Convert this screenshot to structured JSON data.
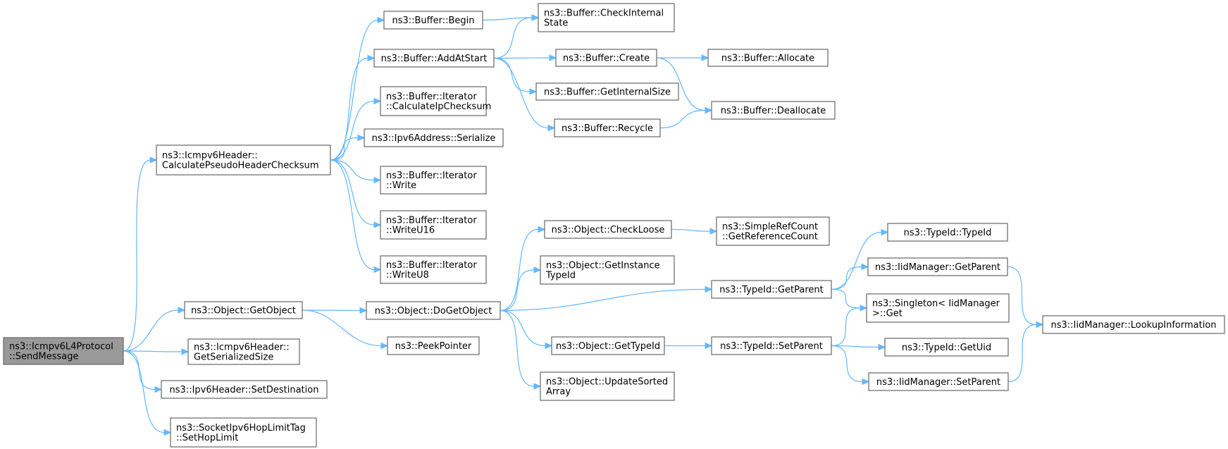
{
  "graph": {
    "nodes": [
      {
        "id": "root",
        "lines": [
          "ns3::Icmpv6L4Protocol",
          "::SendMessage"
        ],
        "root": true
      },
      {
        "id": "calc",
        "lines": [
          "ns3::Icmpv6Header::",
          "CalculatePseudoHeaderChecksum"
        ]
      },
      {
        "id": "getobject",
        "lines": [
          "ns3::Object::GetObject"
        ]
      },
      {
        "id": "getsersize",
        "lines": [
          "ns3::Icmpv6Header::",
          "GetSerializedSize"
        ]
      },
      {
        "id": "setdest",
        "lines": [
          "ns3::Ipv6Header::SetDestination"
        ]
      },
      {
        "id": "sethoplimit",
        "lines": [
          "ns3::SocketIpv6HopLimitTag",
          "::SetHopLimit"
        ]
      },
      {
        "id": "begin",
        "lines": [
          "ns3::Buffer::Begin"
        ]
      },
      {
        "id": "addatstart",
        "lines": [
          "ns3::Buffer::AddAtStart"
        ]
      },
      {
        "id": "calcip",
        "lines": [
          "ns3::Buffer::Iterator",
          "::CalculateIpChecksum"
        ]
      },
      {
        "id": "ipv6ser",
        "lines": [
          "ns3::Ipv6Address::Serialize"
        ]
      },
      {
        "id": "write",
        "lines": [
          "ns3::Buffer::Iterator",
          "::Write"
        ]
      },
      {
        "id": "writeu16",
        "lines": [
          "ns3::Buffer::Iterator",
          "::WriteU16"
        ]
      },
      {
        "id": "writeu8",
        "lines": [
          "ns3::Buffer::Iterator",
          "::WriteU8"
        ]
      },
      {
        "id": "checkinternal",
        "lines": [
          "ns3::Buffer::CheckInternal",
          "State"
        ]
      },
      {
        "id": "create",
        "lines": [
          "ns3::Buffer::Create"
        ]
      },
      {
        "id": "getinternalsize",
        "lines": [
          "ns3::Buffer::GetInternalSize"
        ]
      },
      {
        "id": "recycle",
        "lines": [
          "ns3::Buffer::Recycle"
        ]
      },
      {
        "id": "allocate",
        "lines": [
          "ns3::Buffer::Allocate"
        ]
      },
      {
        "id": "deallocate",
        "lines": [
          "ns3::Buffer::Deallocate"
        ]
      },
      {
        "id": "dogetobject",
        "lines": [
          "ns3::Object::DoGetObject"
        ]
      },
      {
        "id": "peekpointer",
        "lines": [
          "ns3::PeekPointer"
        ]
      },
      {
        "id": "checkloose",
        "lines": [
          "ns3::Object::CheckLoose"
        ]
      },
      {
        "id": "getinstancetypeid",
        "lines": [
          "ns3::Object::GetInstance",
          "TypeId"
        ]
      },
      {
        "id": "objgettypeid",
        "lines": [
          "ns3::Object::GetTypeId"
        ]
      },
      {
        "id": "updatesorted",
        "lines": [
          "ns3::Object::UpdateSorted",
          "Array"
        ]
      },
      {
        "id": "getrefcount",
        "lines": [
          "ns3::SimpleRefCount",
          "::GetReferenceCount"
        ]
      },
      {
        "id": "tidgetparent",
        "lines": [
          "ns3::TypeId::GetParent"
        ]
      },
      {
        "id": "tidsetparent",
        "lines": [
          "ns3::TypeId::SetParent"
        ]
      },
      {
        "id": "typeidctor",
        "lines": [
          "ns3::TypeId::TypeId"
        ]
      },
      {
        "id": "iidgetparent",
        "lines": [
          "ns3::IidManager::GetParent"
        ]
      },
      {
        "id": "singletonget",
        "lines": [
          "ns3::Singleton< IidManager",
          ">::Get"
        ]
      },
      {
        "id": "getuid",
        "lines": [
          "ns3::TypeId::GetUid"
        ]
      },
      {
        "id": "iidsetparent",
        "lines": [
          "ns3::IidManager::SetParent"
        ]
      },
      {
        "id": "lookupinfo",
        "lines": [
          "ns3::IidManager::LookupInformation"
        ]
      }
    ],
    "edges": [
      [
        "root",
        "calc"
      ],
      [
        "root",
        "getobject"
      ],
      [
        "root",
        "getsersize"
      ],
      [
        "root",
        "setdest"
      ],
      [
        "root",
        "sethoplimit"
      ],
      [
        "calc",
        "begin"
      ],
      [
        "calc",
        "addatstart"
      ],
      [
        "calc",
        "calcip"
      ],
      [
        "calc",
        "ipv6ser"
      ],
      [
        "calc",
        "write"
      ],
      [
        "calc",
        "writeu16"
      ],
      [
        "calc",
        "writeu8"
      ],
      [
        "begin",
        "checkinternal"
      ],
      [
        "addatstart",
        "checkinternal"
      ],
      [
        "addatstart",
        "create"
      ],
      [
        "addatstart",
        "getinternalsize"
      ],
      [
        "addatstart",
        "recycle"
      ],
      [
        "create",
        "allocate"
      ],
      [
        "create",
        "deallocate"
      ],
      [
        "recycle",
        "deallocate"
      ],
      [
        "getobject",
        "dogetobject"
      ],
      [
        "getobject",
        "peekpointer"
      ],
      [
        "dogetobject",
        "checkloose"
      ],
      [
        "dogetobject",
        "getinstancetypeid"
      ],
      [
        "dogetobject",
        "tidgetparent"
      ],
      [
        "dogetobject",
        "objgettypeid"
      ],
      [
        "dogetobject",
        "updatesorted"
      ],
      [
        "checkloose",
        "getrefcount"
      ],
      [
        "tidgetparent",
        "typeidctor"
      ],
      [
        "tidgetparent",
        "iidgetparent"
      ],
      [
        "tidgetparent",
        "singletonget"
      ],
      [
        "objgettypeid",
        "tidsetparent"
      ],
      [
        "tidsetparent",
        "singletonget"
      ],
      [
        "tidsetparent",
        "getuid"
      ],
      [
        "tidsetparent",
        "iidsetparent"
      ],
      [
        "iidgetparent",
        "lookupinfo"
      ],
      [
        "iidsetparent",
        "lookupinfo"
      ]
    ]
  }
}
